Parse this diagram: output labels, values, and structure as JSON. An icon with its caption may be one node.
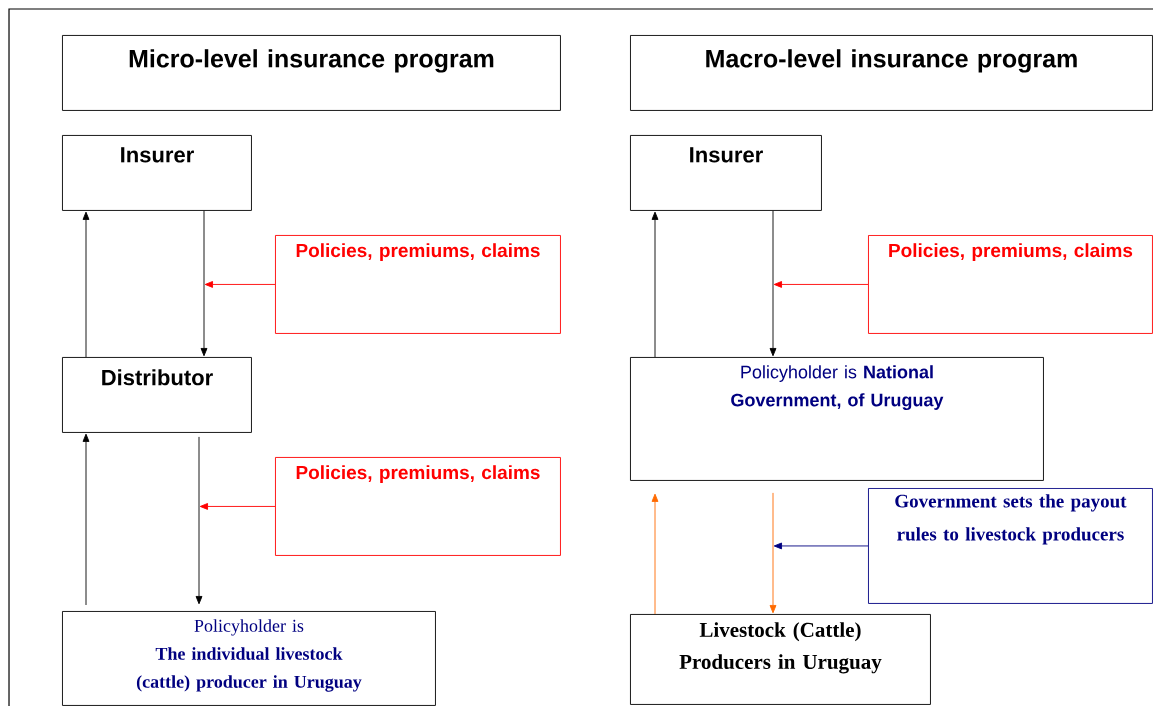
{
  "diagram": {
    "nodes": [
      {
        "text": [
          "Micro-level insurance program"
        ]
      },
      {
        "text": [
          "Insurer"
        ]
      },
      {
        "text": [
          "Policies, premiums, claims"
        ]
      },
      {
        "text": [
          "Distributor"
        ]
      },
      {
        "text": [
          "Policies, premiums, claims"
        ]
      },
      {
        "text": [
          "Policyholder is",
          "The individual livestock (cattle) producer in Uruguay"
        ]
      },
      {
        "text": [
          "Macro-level insurance program"
        ]
      },
      {
        "text": [
          "Insurer"
        ]
      },
      {
        "text": [
          "Policies, premiums, claims"
        ]
      },
      {
        "text": [
          "Policyholder is **National Government, of Uruguay**"
        ]
      },
      {
        "text": [
          "Government sets the payout rules to livestock producers"
        ]
      },
      {
        "text": [
          "Livestock (Cattle) Producers in Uruguay"
        ]
      }
    ],
    "edges": [
      {
        "from": 3,
        "to": 1,
        "arrow": "to"
      },
      {
        "from": 1,
        "to": 3,
        "arrow": "to"
      },
      {
        "from": 2,
        "to": null,
        "arrow": "to",
        "color": "#ff0000"
      },
      {
        "from": 5,
        "to": 3,
        "arrow": "to"
      },
      {
        "from": 3,
        "to": 5,
        "arrow": "to"
      },
      {
        "from": 4,
        "to": null,
        "arrow": "to",
        "color": "#ff0000"
      },
      {
        "from": 9,
        "to": 7,
        "arrow": "to"
      },
      {
        "from": 7,
        "to": 9,
        "arrow": "to"
      },
      {
        "from": 8,
        "to": null,
        "arrow": "to",
        "color": "#ff0000"
      },
      {
        "from": 11,
        "to": 9,
        "arrow": "to",
        "color": "#ff6a00"
      },
      {
        "from": 9,
        "to": 11,
        "arrow": "to",
        "color": "#ff6a00"
      },
      {
        "from": 10,
        "to": null,
        "arrow": "to",
        "color": "#000080"
      }
    ]
  }
}
